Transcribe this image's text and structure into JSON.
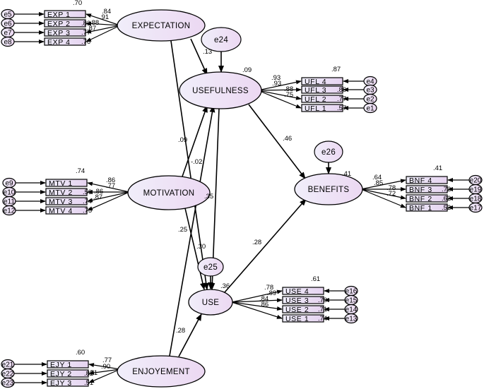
{
  "latent": {
    "expectation": "EXPECTATION",
    "usefulness": "USEFULNESS",
    "motivation": "MOTIVATION",
    "benefits": "BENEFITS",
    "use": "USE",
    "enjoyement": "ENJOYEMENT"
  },
  "disturbances": {
    "e24": "e24",
    "e25": "e25",
    "e26": "e26"
  },
  "squared_multiple_correlations": {
    "usefulness": ".09",
    "benefits": ".41",
    "use": ".36"
  },
  "structural_coefficients": {
    "expectation_usefulness": ".13",
    "expectation_use": ".09",
    "motivation_usefulness": "-.02",
    "motivation_use": ".25",
    "usefulness_use": ".35",
    "enjoyement_usefulness": ".30",
    "enjoyement_use": ".28",
    "usefulness_benefits": ".46",
    "use_benefits": ".28"
  },
  "measurement": {
    "expectation": {
      "items": [
        "EXP_1",
        "EXP_2",
        "EXP_3",
        "EXP_4"
      ],
      "errors": [
        "e5",
        "e6",
        "e7",
        "e8"
      ],
      "r2": [
        ".70",
        ".83",
        ".77",
        ".76"
      ],
      "loadings": [
        ".84",
        ".91",
        ".88",
        ".87"
      ]
    },
    "usefulness": {
      "items": [
        "UFL_4",
        "UFL_3",
        "UFL_2",
        "UFL_1"
      ],
      "errors": [
        "e4",
        "e3",
        "e2",
        "e1"
      ],
      "r2": [
        ".87",
        ".86",
        ".77",
        ".57"
      ],
      "loadings": [
        ".93",
        ".93",
        ".88",
        ".75"
      ]
    },
    "motivation": {
      "items": [
        "MTV_1",
        "MTV_2",
        "MTV_3",
        "MTV_4"
      ],
      "errors": [
        "e9",
        "e10",
        "e11",
        "e12"
      ],
      "r2": [
        ".74",
        ".59",
        ".74",
        ".75"
      ],
      "loadings": [
        ".86",
        ".77",
        ".86",
        ".87"
      ]
    },
    "benefits": {
      "items": [
        "BNF_4",
        "BNF_3",
        "BNF_2",
        "BNF_1"
      ],
      "errors": [
        "e20",
        "e19",
        "e18",
        "e17"
      ],
      "r2": [
        ".41",
        ".72",
        ".62",
        ".52"
      ],
      "loadings": [
        ".64",
        ".85",
        ".78",
        ".72"
      ]
    },
    "use": {
      "items": [
        "USE_4",
        "USE_3",
        "USE_2",
        "USE_1"
      ],
      "errors": [
        "e16",
        "e15",
        "e14",
        "e13"
      ],
      "r2": [
        ".61",
        ".79",
        ".71",
        ".74"
      ],
      "loadings": [
        ".78",
        ".89",
        ".84",
        ".86"
      ]
    },
    "enjoyement": {
      "items": [
        "EJY_1",
        "EJY_2",
        "EJY_3"
      ],
      "errors": [
        "e21",
        "e22",
        "e23"
      ],
      "r2": [
        ".60",
        ".82",
        ".51"
      ],
      "loadings": [
        ".77",
        ".90",
        ".71"
      ]
    }
  }
}
